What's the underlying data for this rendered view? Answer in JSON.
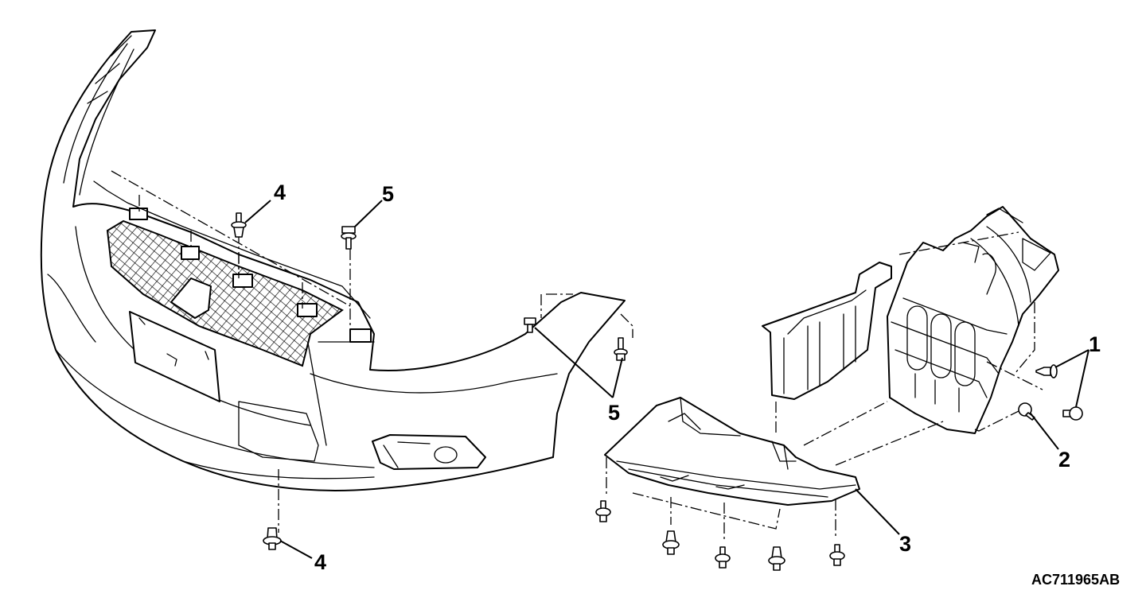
{
  "figure": {
    "figure_code": "AC711965AB",
    "callouts": [
      {
        "id": "c1",
        "label": "1"
      },
      {
        "id": "c2",
        "label": "2"
      },
      {
        "id": "c3",
        "label": "3"
      },
      {
        "id": "c4a",
        "label": "4"
      },
      {
        "id": "c4b",
        "label": "4"
      },
      {
        "id": "c5a",
        "label": "5"
      },
      {
        "id": "c5b",
        "label": "5"
      }
    ]
  }
}
